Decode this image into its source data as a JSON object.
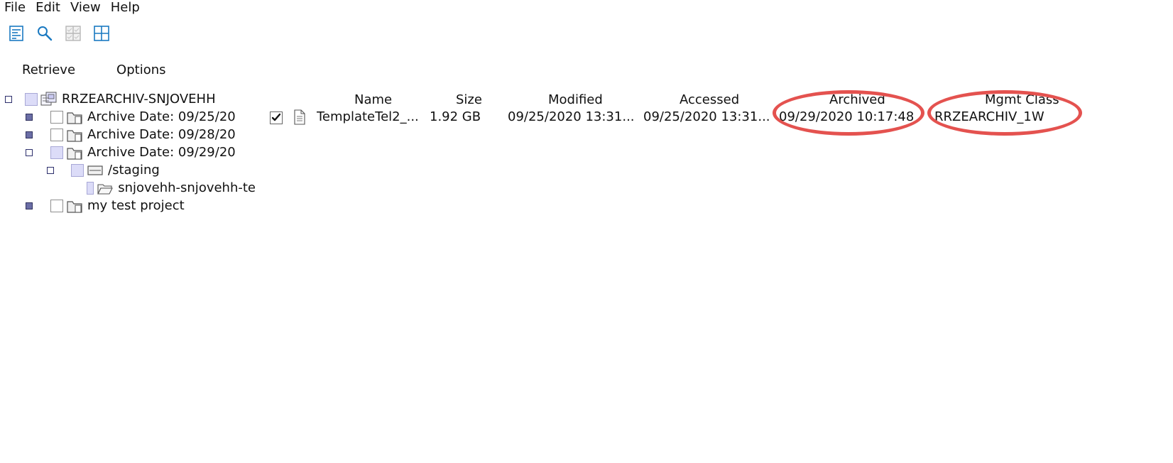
{
  "menu": {
    "items": [
      "File",
      "Edit",
      "View",
      "Help"
    ]
  },
  "toolbar": {
    "icons": [
      "properties-icon",
      "search-icon",
      "disabled-grid-icon",
      "view-grid-icon"
    ]
  },
  "actions": {
    "retrieve": "Retrieve",
    "options": "Options"
  },
  "tree": {
    "root": "RRZEARCHIV-SNJOVEHH",
    "archive1": "Archive Date: 09/25/20",
    "archive2": "Archive Date: 09/28/20",
    "archive3": "Archive Date: 09/29/20",
    "staging": "/staging",
    "folder": "snjovehh-snjovehh-te",
    "project": "my test project"
  },
  "table": {
    "headers": {
      "name": "Name",
      "size": "Size",
      "modified": "Modified",
      "accessed": "Accessed",
      "archived": "Archived",
      "mgmt_class": "Mgmt Class"
    },
    "row": {
      "name": "TemplateTel2_...",
      "size": "1.92 GB",
      "modified": "09/25/2020 13:31...",
      "accessed": "09/25/2020 13:31...",
      "archived": "09/29/2020 10:17:48",
      "mgmt_class": "RRZEARCHIV_1W"
    }
  },
  "colors": {
    "highlight": "#e4524f",
    "icon_blue": "#1a79c1",
    "tree_accent": "#6b6ea6"
  }
}
